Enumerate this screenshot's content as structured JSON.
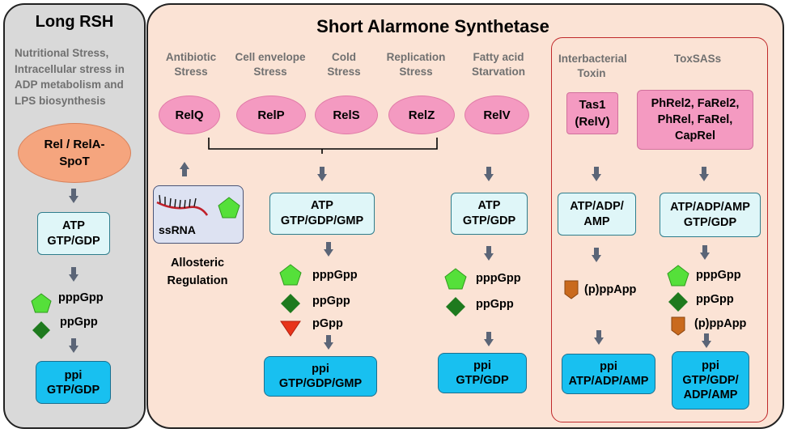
{
  "long_rsh": {
    "title": "Long RSH",
    "stress": "Nutritional Stress, Intracellular stress in ADP metabolism and LPS biosynthesis",
    "enzyme": "Rel / RelA-SpoT",
    "substrate": "ATP GTP/GDP",
    "products": [
      "pppGpp",
      "ppGpp"
    ],
    "final": "ppi GTP/GDP"
  },
  "sas": {
    "title": "Short Alarmone Synthetase",
    "stresses": [
      "Antibiotic Stress",
      "Cell envelope Stress",
      "Cold Stress",
      "Replication Stress",
      "Fatty acid Starvation"
    ],
    "enzymes": [
      "RelQ",
      "RelP",
      "RelS",
      "RelZ",
      "RelV"
    ],
    "allosteric": {
      "ligand": "ssRNA",
      "label": "Allosteric Regulation"
    },
    "group_substrate": "ATP GTP/GDP/GMP",
    "group_products": [
      "pppGpp",
      "ppGpp",
      "pGpp"
    ],
    "group_final": "ppi GTP/GDP/GMP",
    "relv_substrate": "ATP GTP/GDP",
    "relv_products": [
      "pppGpp",
      "ppGpp"
    ],
    "relv_final": "ppi GTP/GDP"
  },
  "toxins": {
    "interbacterial_label": "Interbacterial Toxin",
    "toxsas_label": "ToxSASs",
    "tas1": "Tas1 (RelV)",
    "toxsas_list": "PhRel2, FaRel2, PhRel, FaRel, CapRel",
    "tas1_substrate": "ATP/ADP/ AMP",
    "tas1_product": "(p)ppApp",
    "tas1_final": "ppi ATP/ADP/AMP",
    "toxsas_substrate": "ATP/ADP/AMP GTP/GDP",
    "toxsas_products": [
      "pppGpp",
      "ppGpp",
      "(p)ppApp"
    ],
    "toxsas_final": "ppi GTP/GDP/ ADP/AMP"
  },
  "colors": {
    "long_bg": "#d9d9d9",
    "sas_bg": "#fbe3d5",
    "toxin_border": "#c0292b",
    "enzyme_pink": "#f49ac1",
    "rel_orange": "#f5a57e",
    "substrate_bg": "#dff6f8",
    "product_blue": "#18c0f0",
    "pentagon_green": "#55e03a",
    "diamond_green": "#1e7a1e",
    "triangle_red": "#e8341a",
    "tag_orange": "#c96a1e",
    "arrow_gray": "#5b6577"
  }
}
